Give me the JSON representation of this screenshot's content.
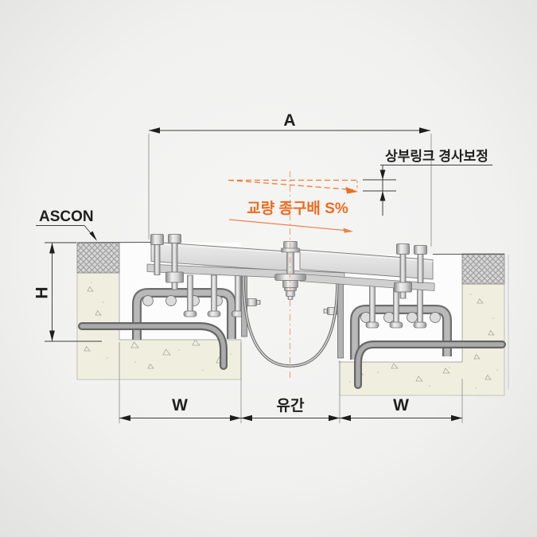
{
  "diagram": {
    "title_hint": "bridge expansion joint section",
    "labels": {
      "dim_a": "A",
      "slope_correction": "상부링크 경사보정",
      "bridge_slope": "교량 종구배 S%",
      "ascon": "ASCON",
      "dim_h": "H",
      "dim_w_left": "W",
      "dim_gap": "유간",
      "dim_w_right": "W"
    },
    "colors": {
      "accent_orange": "#ED6C1F",
      "accent_orange_light": "#F2A07A",
      "dimension_line": "#3F3F3F",
      "concrete_fill": "#F0EFDF",
      "ascon_hatch_bg": "#D6D6D6",
      "steel_light": "#E8E8E8",
      "steel_dark": "#6E6E6E",
      "blockout_white": "#FCFCFC",
      "background": "#F1F1F0"
    }
  }
}
